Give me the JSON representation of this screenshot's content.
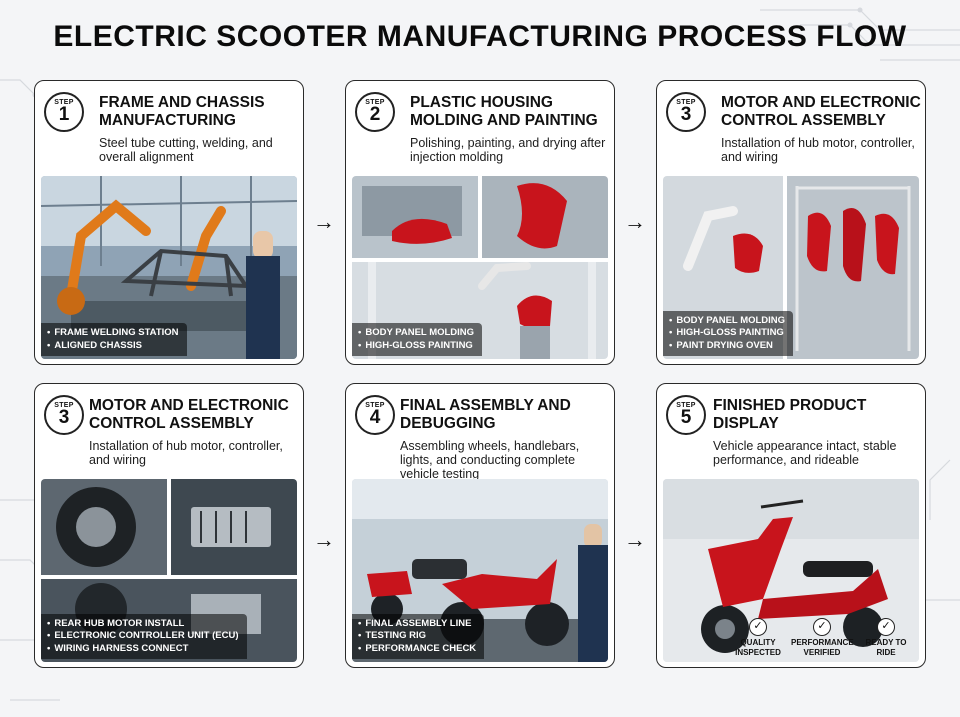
{
  "title": "ELECTRIC SCOOTER MANUFACTURING PROCESS FLOW",
  "colors": {
    "accent_red": "#c8141c",
    "frame_orange": "#e07a1a",
    "card_border": "#2a2a2a"
  },
  "arrow_icon": "right-arrow",
  "steps": [
    {
      "step_label": "STEP",
      "step_number": "1",
      "title": "FRAME AND CHASSIS MANUFACTURING",
      "description": "Steel tube cutting, welding, and overall alignment",
      "bullets": [
        "FRAME WELDING STATION",
        "ALIGNED CHASSIS"
      ]
    },
    {
      "step_label": "STEP",
      "step_number": "2",
      "title": "PLASTIC HOUSING MOLDING AND PAINTING",
      "description": "Polishing, painting, and drying after injection molding",
      "bullets": [
        "BODY PANEL MOLDING",
        "HIGH-GLOSS PAINTING"
      ]
    },
    {
      "step_label": "STEP",
      "step_number": "3",
      "title": "MOTOR AND ELECTRONIC CONTROL ASSEMBLY",
      "description": "Installation of hub motor, controller, and wiring",
      "bullets": [
        "BODY PANEL MOLDING",
        "HIGH-GLOSS PAINTING",
        "PAINT DRYING OVEN"
      ]
    },
    {
      "step_label": "STEP",
      "step_number": "3",
      "title": "MOTOR AND ELECTRONIC CONTROL ASSEMBLY",
      "description": "Installation of hub motor, controller, and wiring",
      "bullets": [
        "REAR HUB MOTOR INSTALL",
        "ELECTRONIC CONTROLLER UNIT (ECU)",
        "WIRING HARNESS CONNECT"
      ]
    },
    {
      "step_label": "STEP",
      "step_number": "4",
      "title": "FINAL ASSEMBLY AND DEBUGGING",
      "description": "Assembling wheels, handlebars, lights, and conducting complete vehicle testing",
      "bullets": [
        "FINAL ASSEMBLY LINE",
        "TESTING RIG",
        "PERFORMANCE CHECK"
      ]
    },
    {
      "step_label": "STEP",
      "step_number": "5",
      "title": "FINISHED PRODUCT DISPLAY",
      "description": "Vehicle appearance intact, stable performance, and rideable",
      "badges": [
        {
          "icon": "shield-check-icon",
          "label": "QUALITY INSPECTED"
        },
        {
          "icon": "check-circle-icon",
          "label": "PERFORMANCE VERIFIED"
        },
        {
          "icon": "check-circle-icon",
          "label": "READY TO RIDE"
        }
      ]
    }
  ]
}
